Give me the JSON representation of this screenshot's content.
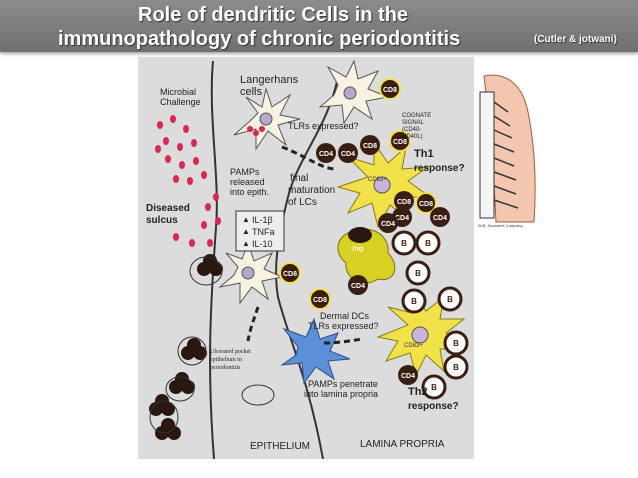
{
  "title": {
    "line1": "Role of dendritic Cells in the",
    "line2": "immunopathology of chronic periodontitis",
    "citation": "(Cutler & jotwani)"
  },
  "colors": {
    "background": "#dcdcdc",
    "title_bar": "#7a7a7a",
    "cell_yellow": "#f2e24a",
    "dc_blue": "#5b8fd6",
    "red_dot": "#d8284d",
    "tcell_dark": "#3a1e12",
    "skin_pink": "#f3c6b0"
  },
  "labels": {
    "microbial": "Microbial",
    "challenge": "Challenge",
    "langerhans": "Langerhans",
    "cells": "cells",
    "tlrs1": "TLRs expressed?",
    "cognate1": "COGNATE",
    "cognate2": "SIGNAL",
    "cognate3": "(CD40-",
    "cognate4": "CD40L)",
    "th1a": "Th1",
    "th1b": "response?",
    "pamps1": "PAMPs",
    "pamps2": "released",
    "pamps3": "into epith.",
    "final1": "final",
    "final2": "maturation",
    "final3": "of LCs",
    "diseased1": "Diseased",
    "diseased2": "sulcus",
    "il1": "IL-1β",
    "tnf": "TNFa",
    "il10": "IL-10",
    "mphi": "mφ",
    "dermal1": "Dermal DCs",
    "tlrs2": "TLRs expressed?",
    "ulcer1": "Ulcerated pocket",
    "ulcer2": "epithelium in",
    "ulcer3": "periodontitis",
    "pamps_pen1": "PAMPs penetrate",
    "pamps_pen2": "into lamina propria",
    "th2a": "Th2",
    "th2b": "response?",
    "epithelium": "EPITHELIUM",
    "lamina": "LAMINA PROPRIA",
    "cd83": "CD83+",
    "cd8": "CD8",
    "cd4": "CD4",
    "b": "B",
    "copyright": "W.B. Saunders Company"
  }
}
